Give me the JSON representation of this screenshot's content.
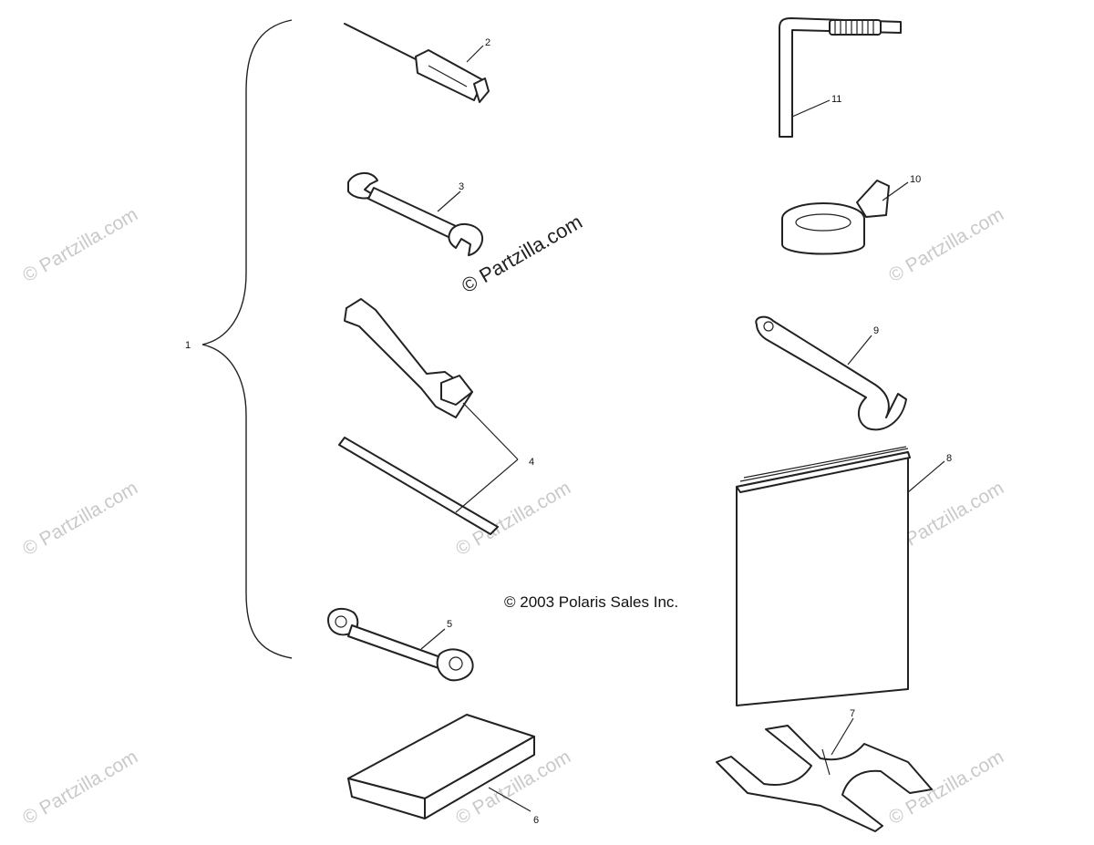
{
  "callouts": {
    "c1": "1",
    "c2": "2",
    "c3": "3",
    "c4": "4",
    "c5": "5",
    "c6": "6",
    "c7": "7",
    "c8": "8",
    "c9": "9",
    "c10": "10",
    "c11": "11"
  },
  "copyright": "© 2003 Polaris Sales Inc.",
  "watermark_main": "© Partzilla.com",
  "watermark_repeat": "© Partzilla.com",
  "colors": {
    "line": "#222222",
    "watermark": "#c9c9c9",
    "background": "#ffffff"
  }
}
